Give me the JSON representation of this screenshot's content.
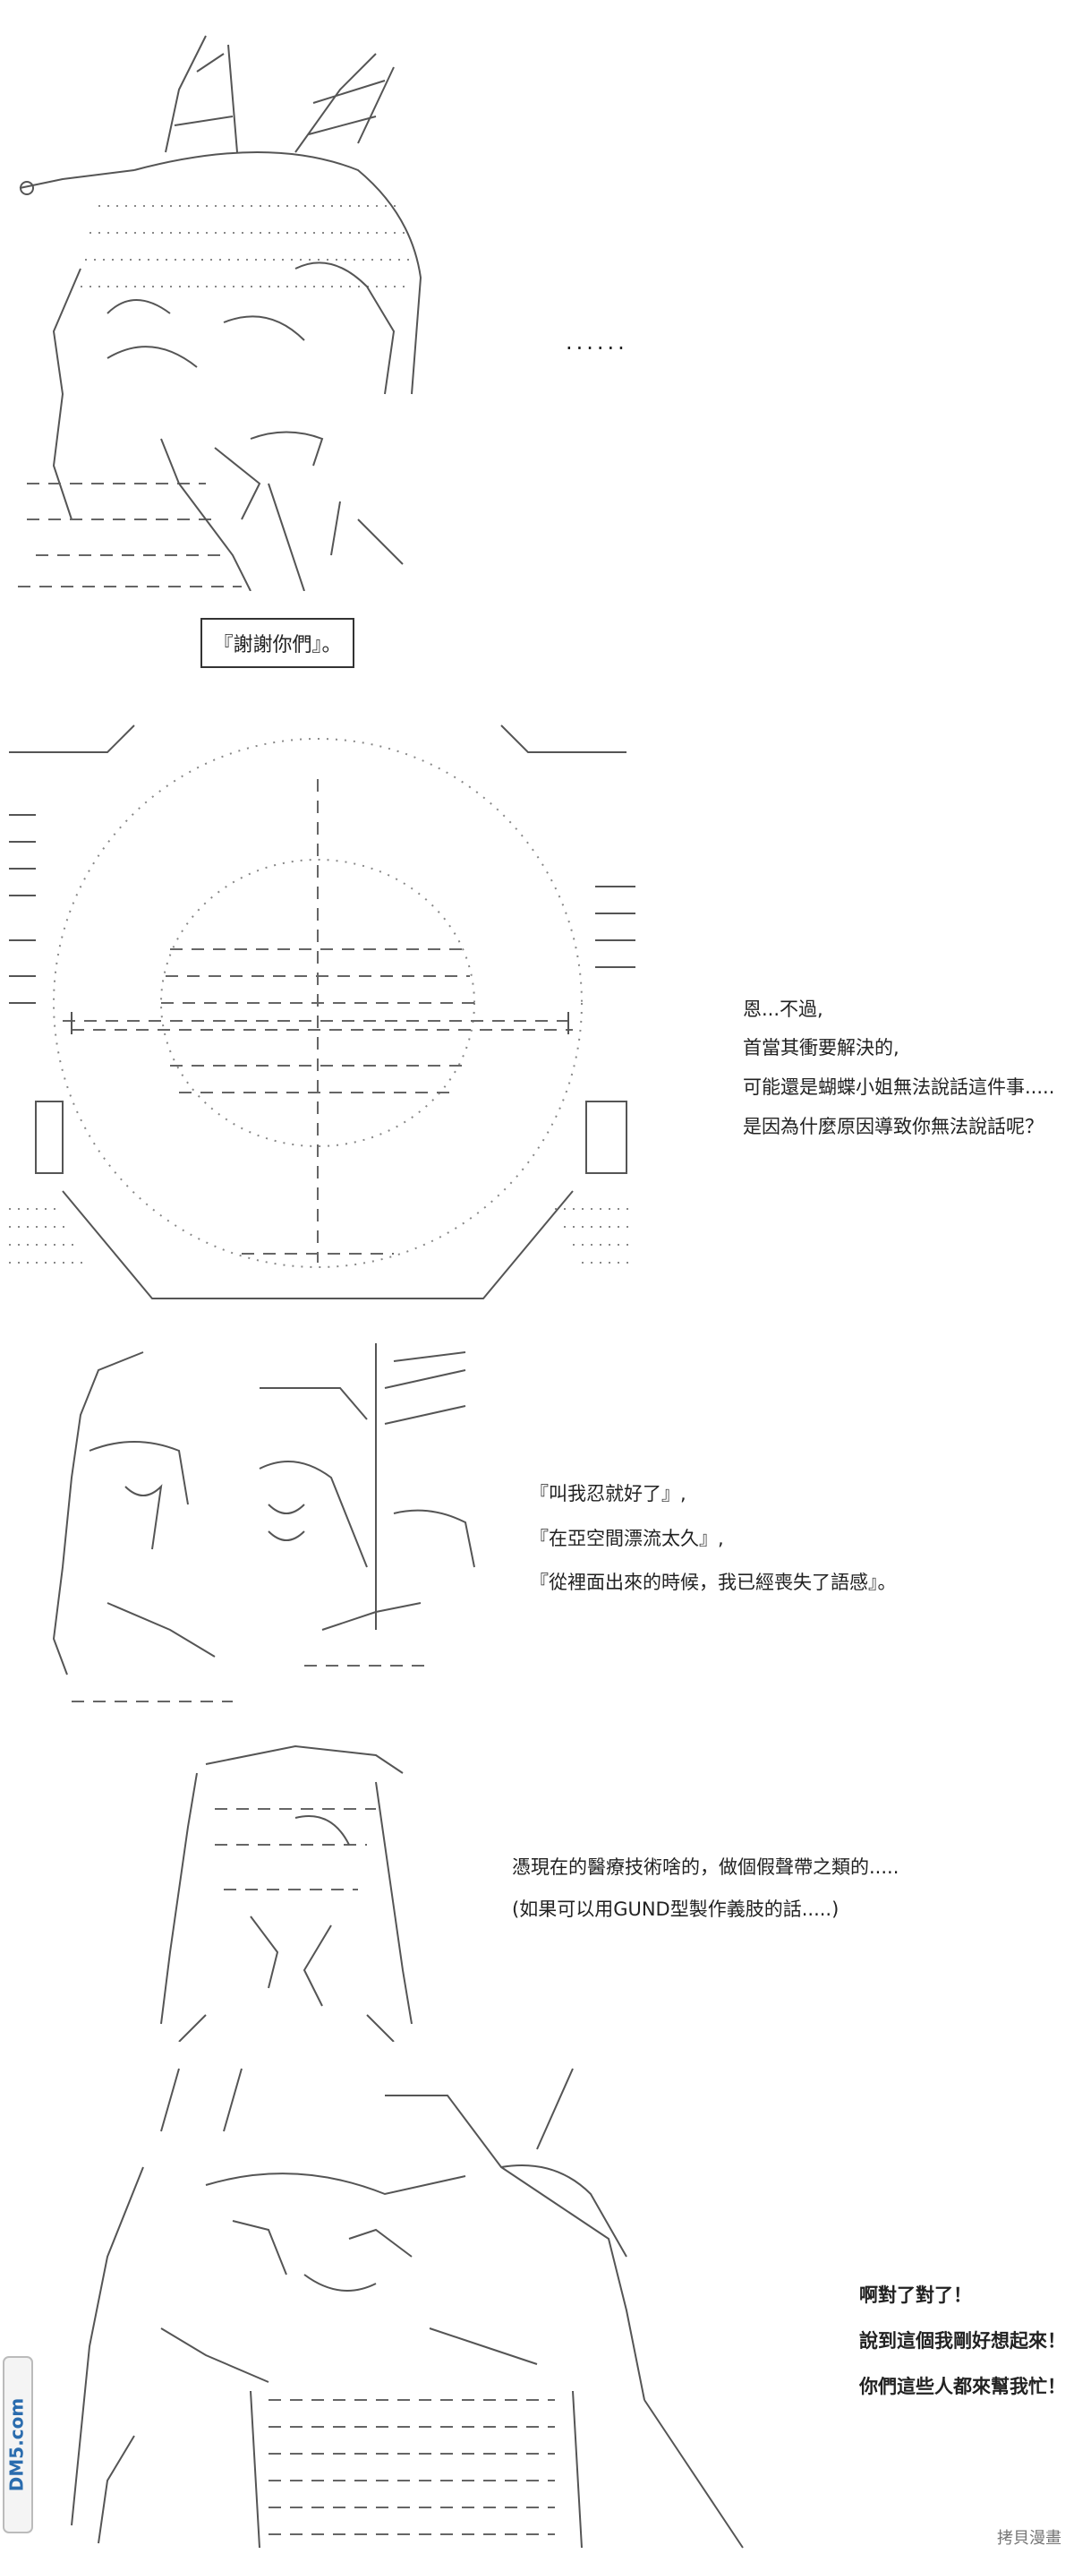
{
  "panel1": {
    "ellipsis": "......",
    "caption": "『謝謝你們』。"
  },
  "panel2": {
    "lines": [
      "恩...不過,",
      "首當其衝要解決的,",
      "可能還是蝴蝶小姐無法說話這件事.....",
      "是因為什麼原因導致你無法說話呢？"
    ]
  },
  "panel3": {
    "lines": [
      "『叫我忍就好了』,",
      "『在亞空間漂流太久』,",
      "『從裡面出來的時候，我已經喪失了語感』。"
    ]
  },
  "panel4": {
    "lines": [
      "憑現在的醫療技術啥的，做個假聲帶之類的.....",
      "(如果可以用GUND型製作義肢的話.....)"
    ]
  },
  "panel5": {
    "lines": [
      "啊對了對了！",
      "說到這個我剛好想起來！",
      "你們這些人都來幫我忙！"
    ]
  },
  "watermark": {
    "left": "DM5.com",
    "right": "拷貝漫畫"
  }
}
